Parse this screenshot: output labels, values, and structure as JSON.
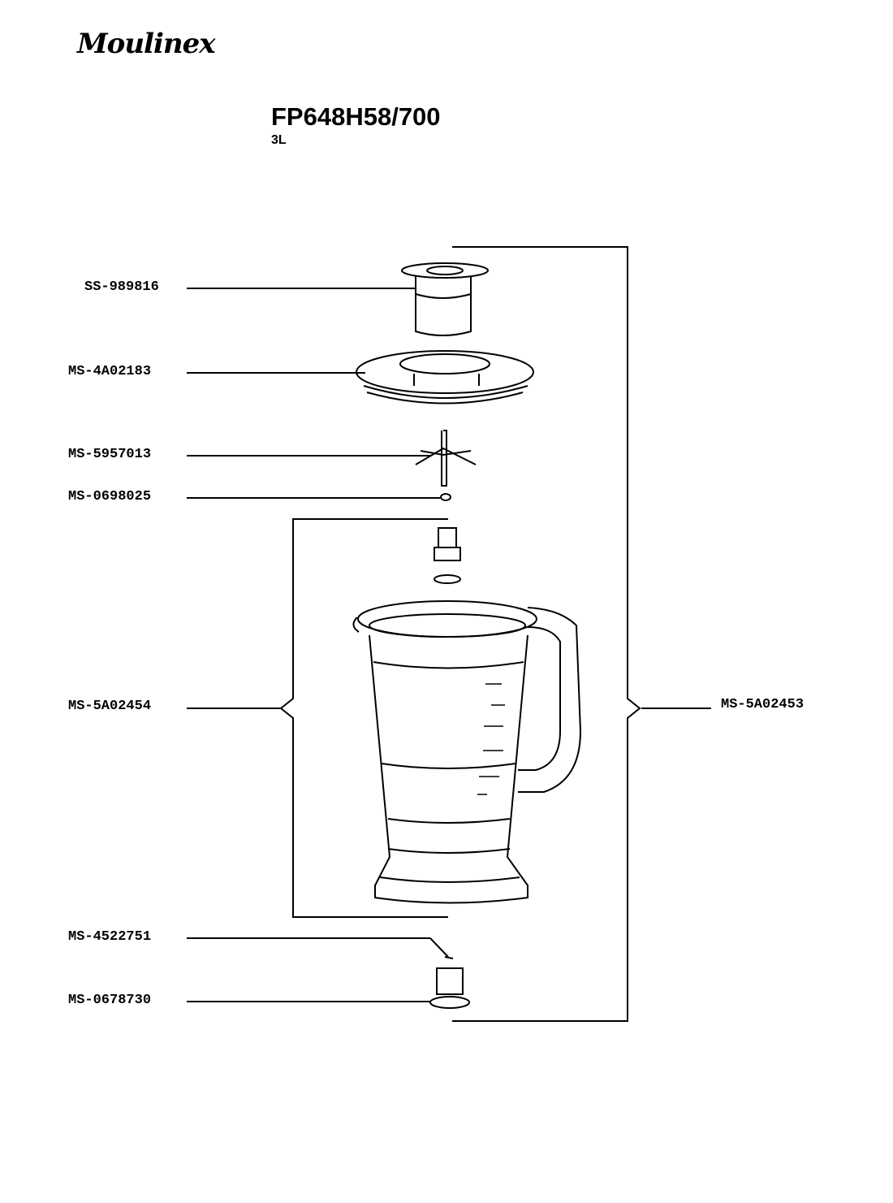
{
  "brand": "Moulinex",
  "model": "FP648H58/700",
  "capacity": "3L",
  "parts": [
    {
      "ref": "SS-989816"
    },
    {
      "ref": "MS-4A02183"
    },
    {
      "ref": "MS-5957013"
    },
    {
      "ref": "MS-0698025"
    },
    {
      "ref": "MS-5A02454"
    },
    {
      "ref": "MS-4522751"
    },
    {
      "ref": "MS-0678730"
    },
    {
      "ref": "MS-5A02453"
    }
  ]
}
